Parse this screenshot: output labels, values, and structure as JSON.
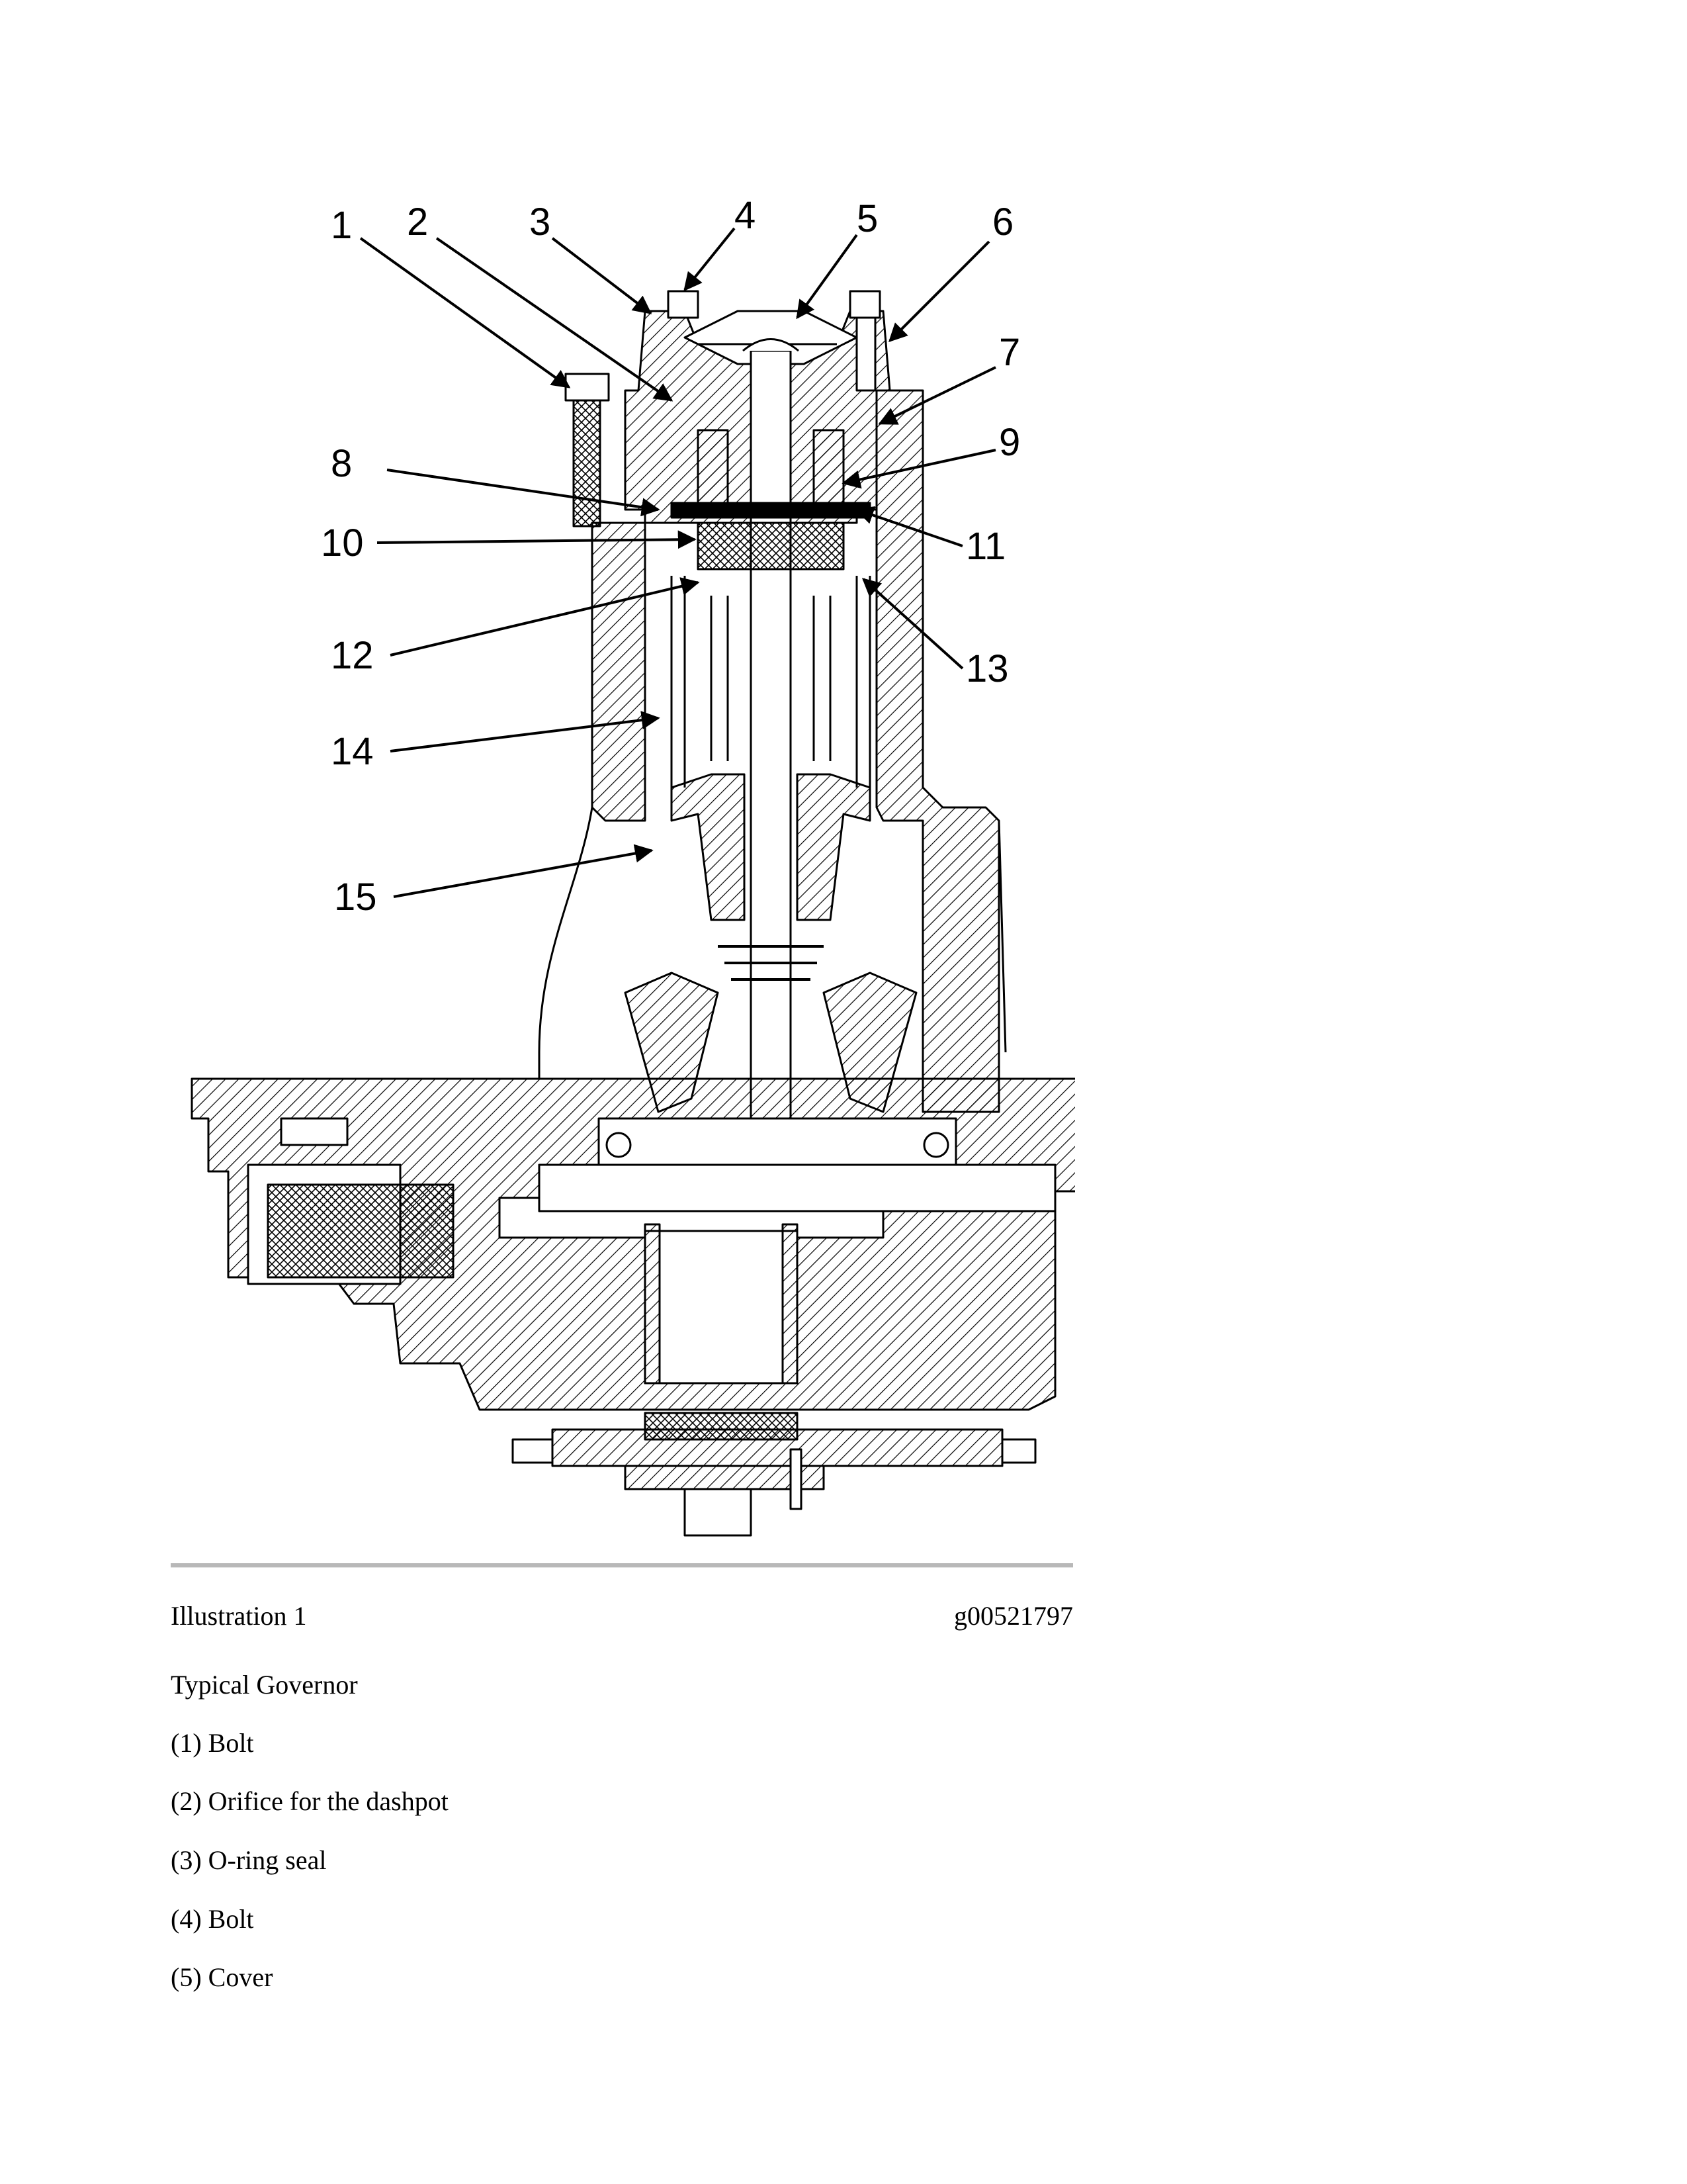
{
  "figure": {
    "callouts": [
      "1",
      "2",
      "3",
      "4",
      "5",
      "6",
      "7",
      "8",
      "9",
      "10",
      "11",
      "12",
      "13",
      "14",
      "15"
    ]
  },
  "caption": {
    "label": "Illustration 1",
    "code": "g00521797"
  },
  "body": {
    "title": "Typical Governor",
    "items": [
      "(1) Bolt",
      "(2) Orifice for the dashpot",
      "(3) O-ring seal",
      "(4) Bolt",
      "(5) Cover"
    ]
  }
}
